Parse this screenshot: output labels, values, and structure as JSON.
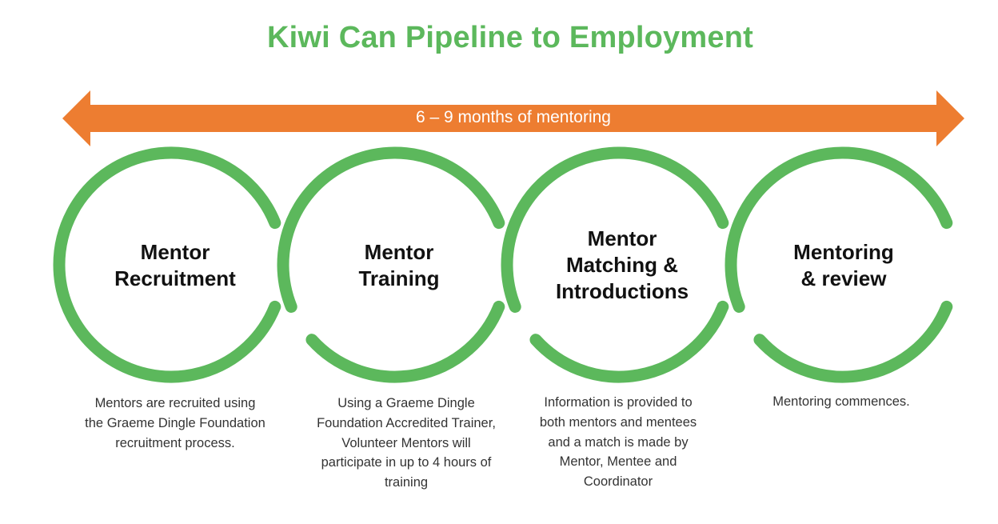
{
  "title": "Kiwi Can Pipeline to Employment",
  "colors": {
    "title": "#5cb85c",
    "ring": "#5cb85c",
    "arrow": "#ed7d31",
    "arrow_text": "#ffffff"
  },
  "duration_arrow": {
    "label": "6 – 9 months of mentoring",
    "direction": "bidirectional"
  },
  "stages": [
    {
      "title_lines": [
        "Mentor",
        "Recruitment"
      ],
      "description_lines": [
        "Mentors are recruited using",
        "the Graeme Dingle Foundation",
        "recruitment process."
      ]
    },
    {
      "title_lines": [
        "Mentor",
        "Training"
      ],
      "description_lines": [
        "Using a Graeme Dingle",
        "Foundation Accredited Trainer,",
        "Volunteer Mentors will",
        "participate in up to 4 hours of",
        "training"
      ]
    },
    {
      "title_lines": [
        "Mentor",
        "Matching &",
        "Introductions"
      ],
      "description_lines": [
        "Information is provided to",
        "both mentors and mentees",
        "and a match is made by",
        "Mentor, Mentee and",
        "Coordinator"
      ]
    },
    {
      "title_lines": [
        "Mentoring",
        "& review"
      ],
      "description_lines": [
        "Mentoring commences."
      ]
    }
  ]
}
